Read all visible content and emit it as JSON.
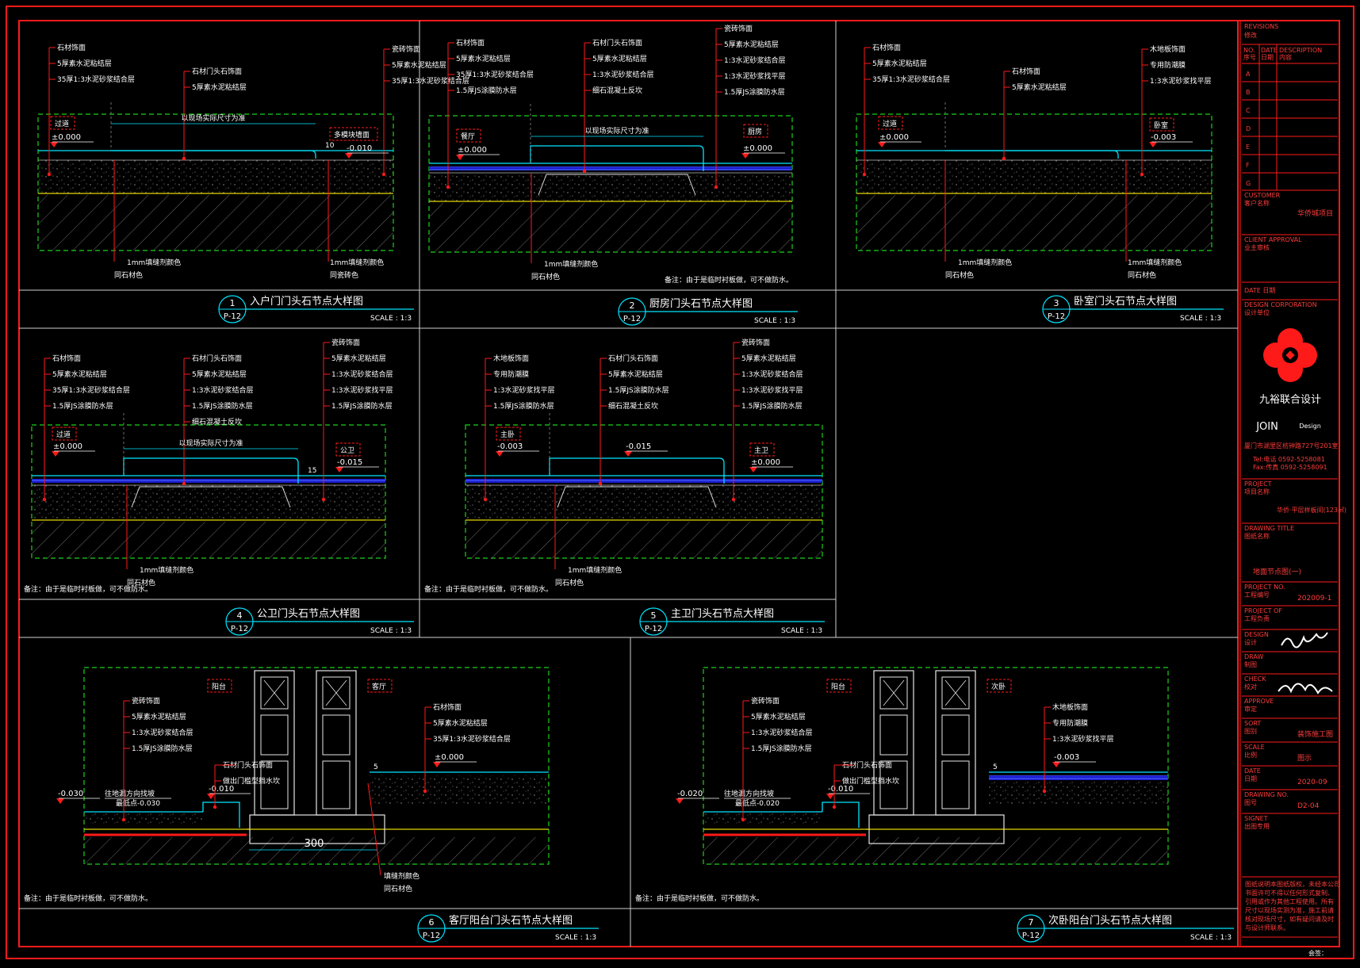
{
  "colors": {
    "background": "#000000",
    "frame": "#ff1a1a",
    "cyan": "#00e5ff",
    "green": "#19d119",
    "yellow": "#e6d600",
    "white": "#ffffff",
    "blue": "#2a2aff",
    "magenta": "#ff3bff"
  },
  "panels": [
    {
      "id": "p1",
      "num": "1",
      "sheet": "P-12",
      "title": "入户门门头石节点大样图",
      "scale": "SCALE : 1:3",
      "labels_left": [
        "石材饰面",
        "5厚素水泥粘结层",
        "35厚1:3水泥砂浆结合层"
      ],
      "labels_mid": [
        "石材门头石饰面",
        "5厚素水泥粘结层"
      ],
      "labels_right": [
        "瓷砖饰面",
        "5厚素水泥粘结层",
        "35厚1:3水泥砂浆结合层"
      ],
      "rooms": [
        "过道",
        "多模块墙面"
      ],
      "levels": [
        "±0.000",
        "-0.010"
      ],
      "dim": "以现场实际尺寸为准",
      "dim_small": "10",
      "bottom_left": [
        "1mm填缝剂颜色",
        "同石材色"
      ],
      "bottom_right": [
        "1mm填缝剂颜色",
        "同瓷砖色"
      ],
      "note": ""
    },
    {
      "id": "p2",
      "num": "2",
      "sheet": "P-12",
      "title": "厨房门头石节点大样图",
      "scale": "SCALE : 1:3",
      "labels_left": [
        "石材饰面",
        "5厚素水泥粘结层",
        "35厚1:3水泥砂浆结合层",
        "1.5厚JS涂膜防水层"
      ],
      "labels_mid": [
        "石材门头石饰面",
        "5厚素水泥粘结层",
        "1:3水泥砂浆结合层",
        "细石混凝土反坎"
      ],
      "labels_right": [
        "瓷砖饰面",
        "5厚素水泥粘结层",
        "1:3水泥砂浆结合层",
        "1:3水泥砂浆找平层",
        "1.5厚JS涂膜防水层"
      ],
      "rooms": [
        "餐厅",
        "厨房"
      ],
      "levels": [
        "±0.000",
        "±0.000"
      ],
      "dim": "以现场实际尺寸为准",
      "dim_small": "",
      "bottom_left": [
        "1mm填缝剂颜色",
        "同石材色"
      ],
      "bottom_right": [],
      "note": "备注：由于是临时衬板做，可不做防水。"
    },
    {
      "id": "p3",
      "num": "3",
      "sheet": "P-12",
      "title": "卧室门头石节点大样图",
      "scale": "SCALE : 1:3",
      "labels_left": [
        "石材饰面",
        "5厚素水泥粘结层",
        "35厚1:3水泥砂浆结合层"
      ],
      "labels_mid": [
        "石材饰面",
        "5厚素水泥粘结层"
      ],
      "labels_right": [
        "木地板饰面",
        "专用防潮膜",
        "1:3水泥砂浆找平层"
      ],
      "rooms": [
        "过道",
        "卧室"
      ],
      "levels": [
        "±0.000",
        "-0.003"
      ],
      "dim": "",
      "dim_small": "",
      "bottom_left": [
        "1mm填缝剂颜色",
        "同石材色"
      ],
      "bottom_right": [
        "1mm填缝剂颜色",
        "同石材色"
      ],
      "note": ""
    },
    {
      "id": "p4",
      "num": "4",
      "sheet": "P-12",
      "title": "公卫门头石节点大样图",
      "scale": "SCALE : 1:3",
      "labels_left": [
        "石材饰面",
        "5厚素水泥粘结层",
        "35厚1:3水泥砂浆结合层",
        "1.5厚JS涂膜防水层"
      ],
      "labels_mid": [
        "石材门头石饰面",
        "5厚素水泥粘结层",
        "1:3水泥砂浆结合层",
        "1.5厚JS涂膜防水层",
        "细石混凝土反坎"
      ],
      "labels_right": [
        "瓷砖饰面",
        "5厚素水泥粘结层",
        "1:3水泥砂浆结合层",
        "1:3水泥砂浆找平层",
        "1.5厚JS涂膜防水层"
      ],
      "rooms": [
        "过道",
        "公卫"
      ],
      "levels": [
        "±0.000",
        "-0.015"
      ],
      "dim": "以现场实际尺寸为准",
      "dim_small": "15",
      "bottom_left": [
        "1mm填缝剂颜色",
        "同石材色"
      ],
      "bottom_right": [],
      "note": "备注：由于是临时衬板做，可不做防水。"
    },
    {
      "id": "p5",
      "num": "5",
      "sheet": "P-12",
      "title": "主卫门头石节点大样图",
      "scale": "SCALE : 1:3",
      "labels_left": [
        "木地板饰面",
        "专用防潮膜",
        "1:3水泥砂浆找平层",
        "1.5厚JS涂膜防水层"
      ],
      "labels_mid": [
        "石材门头石饰面",
        "5厚素水泥粘结层",
        "1.5厚JS涂膜防水层",
        "细石混凝土反坎"
      ],
      "labels_right": [
        "瓷砖饰面",
        "5厚素水泥粘结层",
        "1:3水泥砂浆结合层",
        "1:3水泥砂浆找平层",
        "1.5厚JS涂膜防水层"
      ],
      "rooms": [
        "主卧",
        "主卫"
      ],
      "levels": [
        "-0.003",
        "±0.000",
        "-0.015"
      ],
      "dim": "",
      "dim_small": "",
      "bottom_left": [
        "1mm填缝剂颜色",
        "同石材色"
      ],
      "bottom_right": [],
      "note": "备注：由于是临时衬板做，可不做防水。"
    },
    {
      "id": "p6",
      "num": "6",
      "sheet": "P-12",
      "title": "客厅阳台门头石节点大样图",
      "scale": "SCALE : 1:3",
      "labels_left": [
        "瓷砖饰面",
        "5厚素水泥粘结层",
        "1:3水泥砂浆结合层",
        "1.5厚JS涂膜防水层"
      ],
      "labels_mid": [
        "石材门头石饰面",
        "做出门槛型挡水坎"
      ],
      "labels_right": [
        "石材饰面",
        "5厚素水泥粘结层",
        "35厚1:3水泥砂浆结合层"
      ],
      "rooms": [
        "阳台",
        "客厅"
      ],
      "levels": [
        "-0.030",
        "-0.010",
        "±0.000"
      ],
      "slope": [
        "往地漏方向找坡",
        "最低点-0.030"
      ],
      "dim": "300",
      "dim_small": "5",
      "bottom_left": [],
      "bottom_right": [
        "填缝剂颜色",
        "同石材色"
      ],
      "note": "备注：由于是临时衬板做，可不做防水。"
    },
    {
      "id": "p7",
      "num": "7",
      "sheet": "P-12",
      "title": "次卧阳台门头石节点大样图",
      "scale": "SCALE : 1:3",
      "labels_left": [
        "瓷砖饰面",
        "5厚素水泥粘结层",
        "1:3水泥砂浆结合层",
        "1.5厚JS涂膜防水层"
      ],
      "labels_mid": [
        "石材门头石饰面",
        "做出门槛型挡水坎"
      ],
      "labels_right": [
        "木地板饰面",
        "专用防潮膜",
        "1:3水泥砂浆找平层"
      ],
      "rooms": [
        "阳台",
        "次卧"
      ],
      "levels": [
        "-0.020",
        "-0.010",
        "-0.003"
      ],
      "slope": [
        "往地漏方向找坡",
        "最低点-0.020"
      ],
      "dim": "",
      "dim_small": "5",
      "bottom_left": [],
      "bottom_right": [],
      "note": "备注：由于是临时衬板做，可不做防水。"
    }
  ],
  "titleblock": {
    "revisions_label": "REVISIONS",
    "revisions_cn": "修改",
    "rev_cols": [
      "NO.",
      "DATE",
      "DESCRIPTION"
    ],
    "rev_cols_cn": [
      "序号",
      "日期",
      "内容"
    ],
    "rev_rows": [
      "A",
      "B",
      "C",
      "D",
      "E",
      "F",
      "G"
    ],
    "customer_label": "CUSTOMER",
    "customer_cn": "客户名称",
    "customer_value": "华侨城项目",
    "client_approval_label": "CLIENT APPROVAL",
    "client_approval_cn": "业主审核",
    "date_label": "DATE 日期",
    "design_corp_label": "DESIGN CORPORATION",
    "design_corp_cn": "设计单位",
    "logo_text": "九裕联合设计",
    "logo_sub": "Design",
    "logo_join": "JOIN",
    "address": "厦门市湖里区枋钟路727号201室",
    "tel": "Tel:电话 0592-5258081",
    "fax": "Fax:传真 0592-5258091",
    "project_label": "PROJECT",
    "project_cn": "项目名称",
    "project_value": "华侨·平层样板间(123㎡)",
    "drawing_title_label": "DRAWING TITLE",
    "drawing_title_cn": "图纸名称",
    "drawing_title_value": "地面节点图(一)",
    "project_no_label": "PROJECT NO.",
    "project_no_cn": "工程编号",
    "project_no_value": "202009-1",
    "project_of_label": "PROJECT OF",
    "project_of_cn": "工程负责",
    "design_label": "DESIGN",
    "design_cn": "设计",
    "draw_label": "DRAW",
    "draw_cn": "制图",
    "check_label": "CHECK",
    "check_cn": "校对",
    "approve_label": "APPROVE",
    "approve_cn": "审定",
    "sort_label": "SORT",
    "sort_cn": "图别",
    "sort_value": "装饰施工图",
    "scale_label": "SCALE",
    "scale_cn": "比例",
    "scale_value": "图示",
    "date2_label": "DATE",
    "date2_cn": "日期",
    "date2_value": "2020-09",
    "drawing_no_label": "DRAWING NO.",
    "drawing_no_cn": "图号",
    "drawing_no_value": "D2-04",
    "sigmet_label": "SIGNET",
    "sigmet_cn": "出图专用",
    "legal_note": [
      "图纸说明本图纸版权，未经本公司",
      "书面许可不得以任何形式复制、",
      "引用或作为其他工程使用。所有",
      "尺寸以现场实测为准，施工前请",
      "核对现场尺寸，如有疑问请及时",
      "与设计师联系。"
    ],
    "bottom_right": "会签："
  }
}
